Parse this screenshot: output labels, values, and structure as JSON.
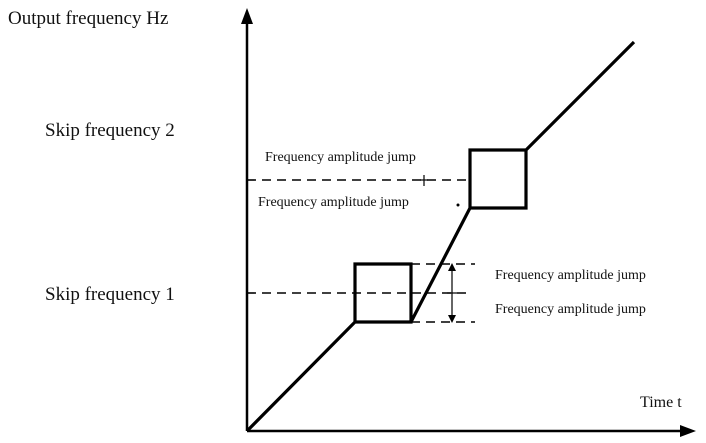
{
  "axes": {
    "y_label": "Output frequency Hz",
    "x_label": "Time t"
  },
  "skip_labels": {
    "skip2": "Skip frequency 2",
    "skip1": "Skip frequency 1"
  },
  "jump_labels": {
    "skip2_upper": "Frequency amplitude jump",
    "skip2_lower": "Frequency amplitude jump",
    "skip1_upper": "Frequency amplitude jump",
    "skip1_lower": "Frequency amplitude jump"
  }
}
